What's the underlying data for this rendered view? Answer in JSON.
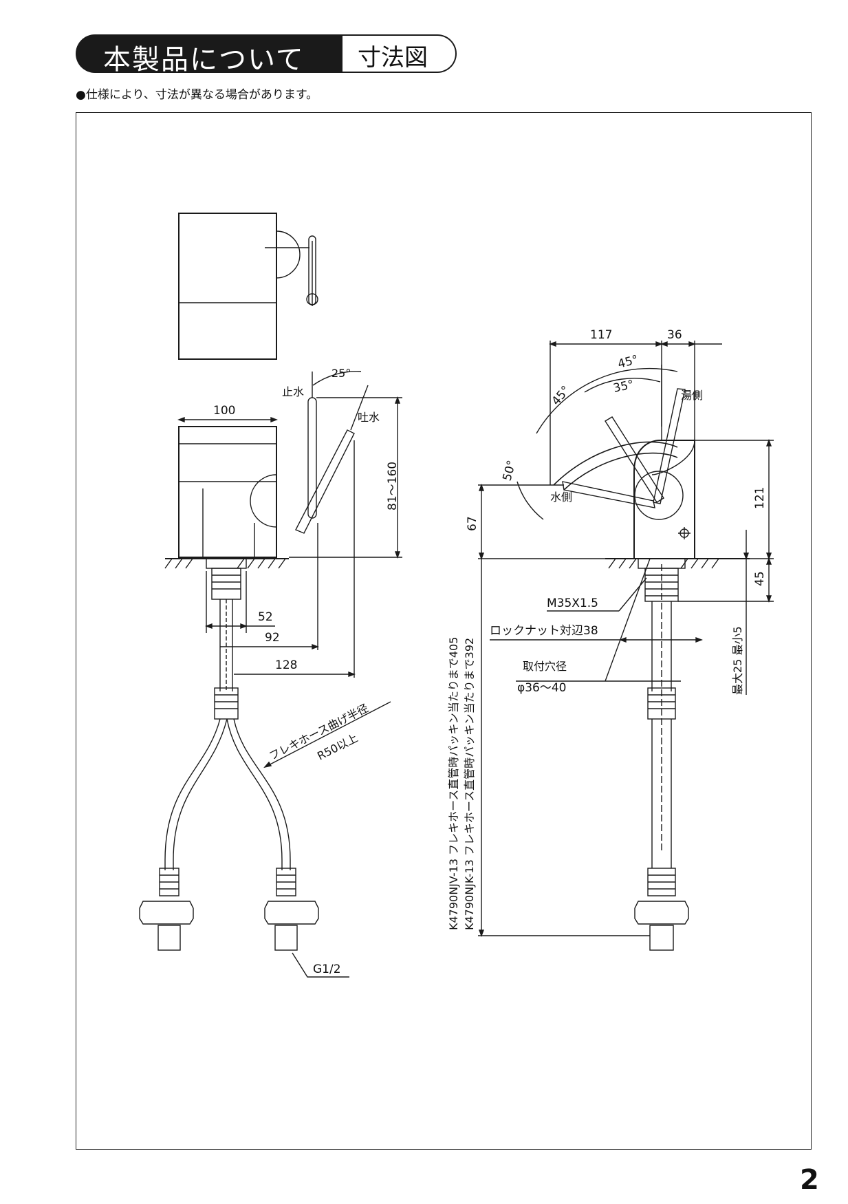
{
  "header": {
    "title": "本製品について",
    "subtitle": "寸法図"
  },
  "note": "●仕様により、寸法が異なる場合があります。",
  "page_number": "2",
  "labels": {
    "stop_water": "止水",
    "spout_water": "吐水",
    "angle_25": "25°",
    "dim_100": "100",
    "dim_81_160": "81～160",
    "dim_52": "52",
    "dim_92": "92",
    "dim_128": "128",
    "hose_radius_line1": "フレキホース曲げ半径",
    "hose_radius_line2": "R50以上",
    "thread_g12": "G1/2",
    "dim_117": "117",
    "dim_36": "36",
    "angle_45_top": "45°",
    "angle_35": "35°",
    "angle_45_left": "45°",
    "angle_50": "50°",
    "hot_side": "湯側",
    "cold_side": "水側",
    "dim_121": "121",
    "dim_67": "67",
    "dim_45": "45",
    "thread_m35": "M35X1.5",
    "lock_nut": "ロックナット対辺38",
    "hole_label": "取付穴径",
    "hole_dim": "φ36～40",
    "max_min": "最大25 最小5",
    "vertical_line1": "K4790NJV-13 フレキホース直管時パッキン当たりまで405",
    "vertical_line2": "K4790NJK-13 フレキホース直管時パッキン当たりまで392"
  },
  "colors": {
    "line": "#1a1a1a",
    "header_bg": "#1a1a1a",
    "header_text": "#ffffff"
  }
}
